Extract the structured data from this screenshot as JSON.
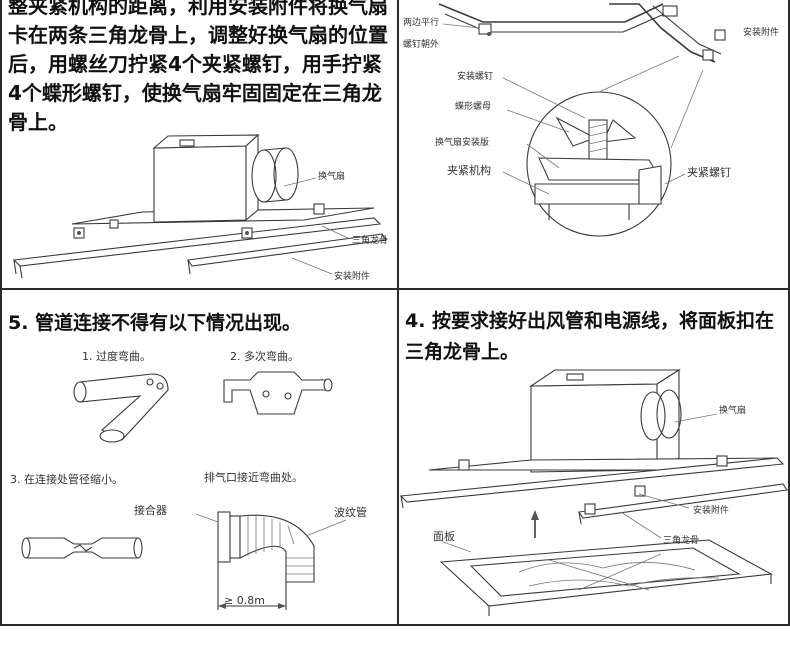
{
  "panels": {
    "step3": {
      "instruction": "整夹紧机构的距离，利用安装附件将换气扇卡在两条三角龙骨上，调整好换气扇的位置后，用螺丝刀拧紧4个夹紧螺钉，用手拧紧4个蝶形螺钉，使换气扇牢固固定在三角龙骨上。",
      "labels": {
        "fan": "换气扇",
        "keel": "三角龙骨",
        "accessory": "安装附件"
      }
    },
    "detail": {
      "labels": {
        "parallel": "两边平行",
        "screw_outside": "螺钉朝外",
        "accessory": "安装附件",
        "install_screw": "安装螺钉",
        "wing_nut": "蝶形螺母",
        "plate": "换气扇安装版",
        "clamp": "夹紧机构",
        "clamp_screw": "夹紧螺钉"
      }
    },
    "step5": {
      "instruction": "5. 管道连接不得有以下情况出现。",
      "items": {
        "item1": "1. 过度弯曲。",
        "item2": "2. 多次弯曲。",
        "item3": "3. 在连接处管径缩小。",
        "item4": "排气口接近弯曲处。",
        "connector": "接合器",
        "corrugated": "波纹管",
        "distance": "≥ 0.8m"
      }
    },
    "step4": {
      "instruction": "4. 按要求接好出风管和电源线，将面板扣在三角龙骨上。",
      "labels": {
        "fan": "换气扇",
        "accessory": "安装附件",
        "panel": "面板",
        "keel": "三角龙骨"
      }
    }
  }
}
